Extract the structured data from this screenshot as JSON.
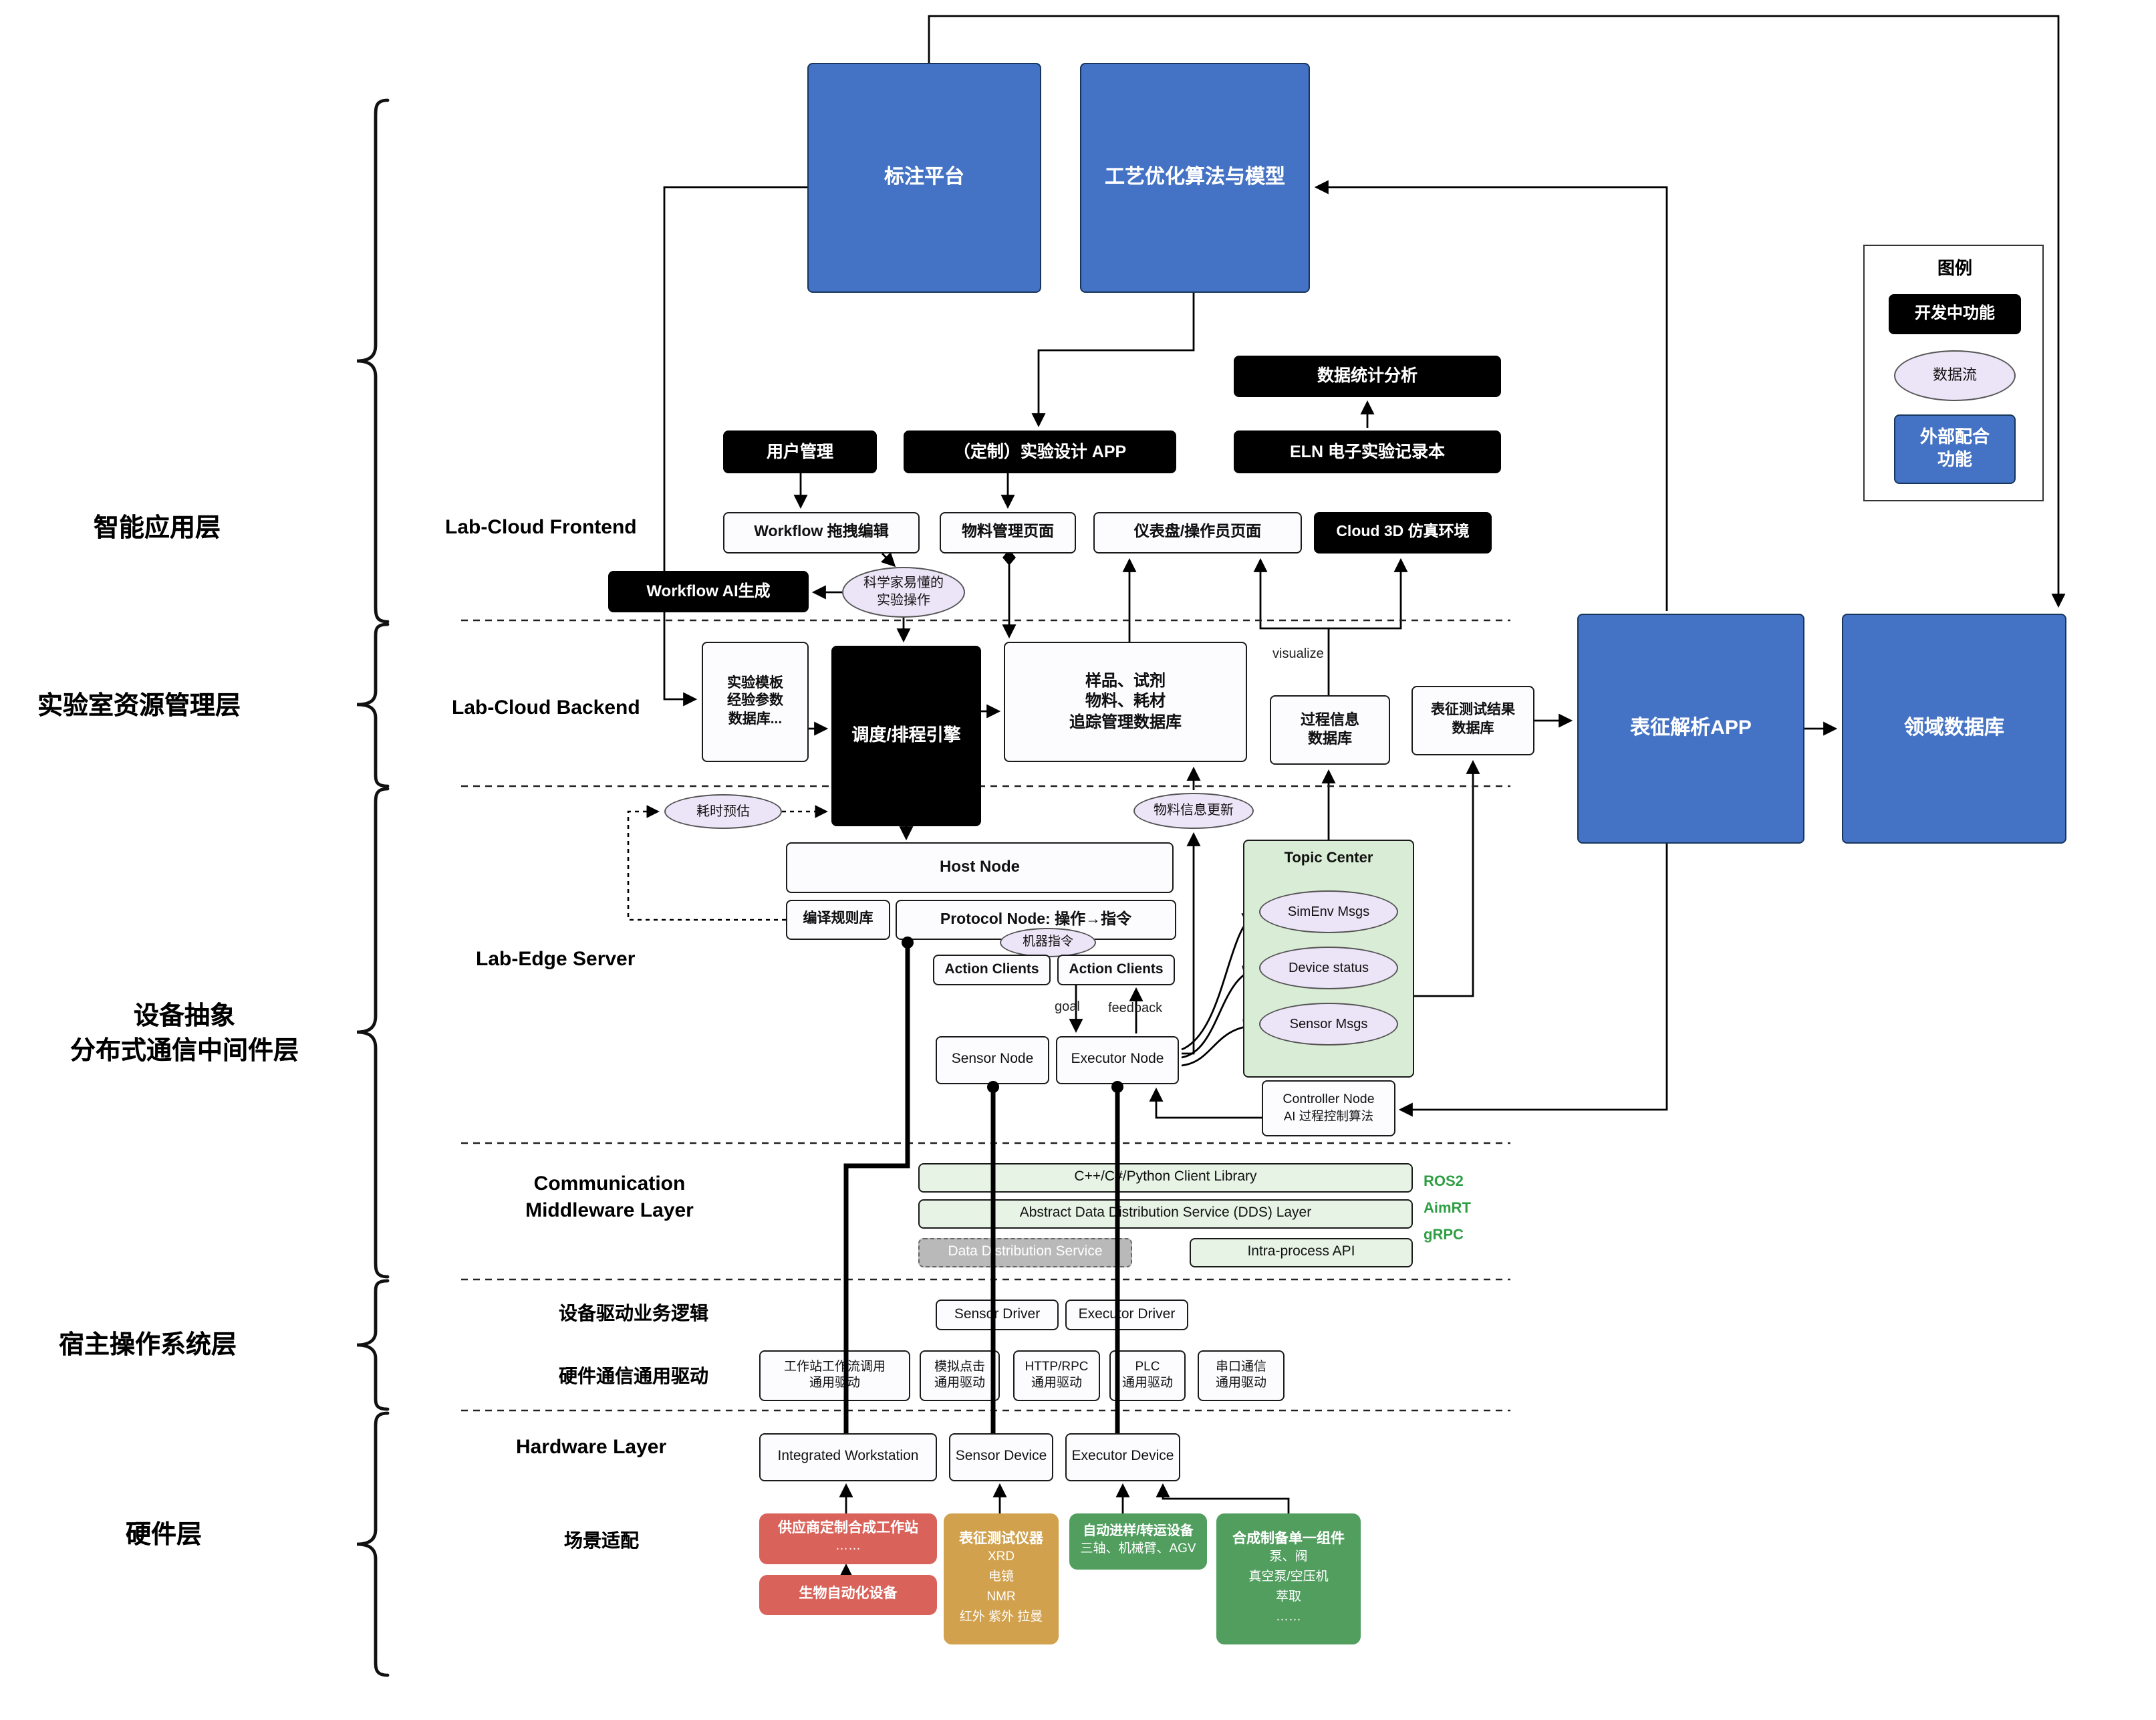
{
  "layer_labels": {
    "intelligent_app": "智能应用层",
    "lab_resource": "实验室资源管理层",
    "device_abstraction": "设备抽象\n分布式通信中间件层",
    "host_os": "宿主操作系统层",
    "hardware": "硬件层"
  },
  "section_labels": {
    "frontend": "Lab-Cloud Frontend",
    "backend": "Lab-Cloud Backend",
    "edge_server": "Lab-Edge Server",
    "comm_middleware": "Communication\nMiddleware Layer",
    "device_driver_logic": "设备驱动业务逻辑",
    "hw_comm_driver": "硬件通信通用驱动",
    "hardware_layer": "Hardware Layer",
    "scene_adaptation": "场景适配"
  },
  "legend": {
    "title": "图例",
    "items": {
      "developing": "开发中功能",
      "dataflow": "数据流",
      "external": "外部配合\n功能"
    }
  },
  "nodes": {
    "annotation_platform": "标注平台",
    "process_optimization": "工艺优化算法与模型",
    "data_statistics": "数据统计分析",
    "user_management": "用户管理",
    "custom_experiment_app": "（定制）实验设计 APP",
    "eln": "ELN 电子实验记录本",
    "workflow_drag_edit": "Workflow 拖拽编辑",
    "material_mgmt_page": "物料管理页面",
    "dashboard_page": "仪表盘/操作员页面",
    "cloud_3d_sim": "Cloud 3D 仿真环境",
    "workflow_ai_gen": "Workflow AI生成",
    "scientist_ops": "科学家易懂的\n实验操作",
    "template_db": "实验模板\n经验参数\n数据库...",
    "scheduler_engine": "调度/排程引擎",
    "sample_tracking_db": "样品、试剂\n物料、耗材\n追踪管理数据库",
    "process_info_db": "过程信息\n数据库",
    "char_result_db": "表征测试结果\n数据库",
    "char_analysis_app": "表征解析APP",
    "domain_db": "领域数据库",
    "time_estimation": "耗时预估",
    "material_info_update": "物料信息更新",
    "host_node": "Host Node",
    "compile_rule_lib": "编译规则库",
    "protocol_node": "Protocol Node: 操作→指令",
    "machine_cmd": "机器指令",
    "action_clients_left": "Action Clients",
    "action_clients_right": "Action Clients",
    "topic_center": "Topic Center",
    "simenv_msgs": "SimEnv Msgs",
    "device_status": "Device status",
    "sensor_msgs": "Sensor Msgs",
    "sensor_node": "Sensor Node",
    "executor_node": "Executor Node",
    "controller_node": {
      "title": "Controller Node",
      "body": "AI 过程控制算法"
    },
    "client_library": "C++/C#/Python Client Library",
    "dds_abstract": "Abstract Data Distribution Service (DDS) Layer",
    "dds_service": "Data Distribution Service",
    "intra_process_api": "Intra-process API",
    "sensor_driver": "Sensor Driver",
    "executor_driver": "Executor Driver",
    "ws_flow_driver": "工作站工作流调用\n通用驱动",
    "click_driver": "模拟点击\n通用驱动",
    "http_driver": "HTTP/RPC\n通用驱动",
    "plc_driver": "PLC\n通用驱动",
    "serial_driver": "串口通信\n通用驱动",
    "integrated_workstation": "Integrated Workstation",
    "sensor_device": "Sensor Device",
    "executor_device": "Executor Device",
    "vendor_workstation": {
      "title": "供应商定制合成工作站",
      "body": "……"
    },
    "bio_automation": {
      "title": "生物自动化设备",
      "body": ""
    },
    "char_instruments": {
      "title": "表征测试仪器",
      "body": "XRD\n电镜\nNMR\n红外 紫外 拉曼"
    },
    "transfer_devices": {
      "title": "自动进样/转运设备",
      "body": "三轴、机械臂、AGV"
    },
    "synthesis_components": {
      "title": "合成制备单一组件",
      "body": "泵、阀\n真空泵/空压机\n萃取\n……"
    }
  },
  "edge_labels": {
    "visualize": "visualize",
    "goal": "goal",
    "feedback": "feedback"
  },
  "middleware_tags": [
    "ROS2",
    "AimRT",
    "gRPC"
  ],
  "colors": {
    "external_blue": "#4472c4",
    "developing_black": "#000000",
    "dataflow_purple": "#ece4f7",
    "topic_green": "#d9ecd5",
    "middleware_green": "#e7f3e5",
    "hardware_red": "#d9625a",
    "hardware_gold": "#d1a14d",
    "hardware_green": "#519e5f",
    "tag_green": "#2f9e44"
  }
}
